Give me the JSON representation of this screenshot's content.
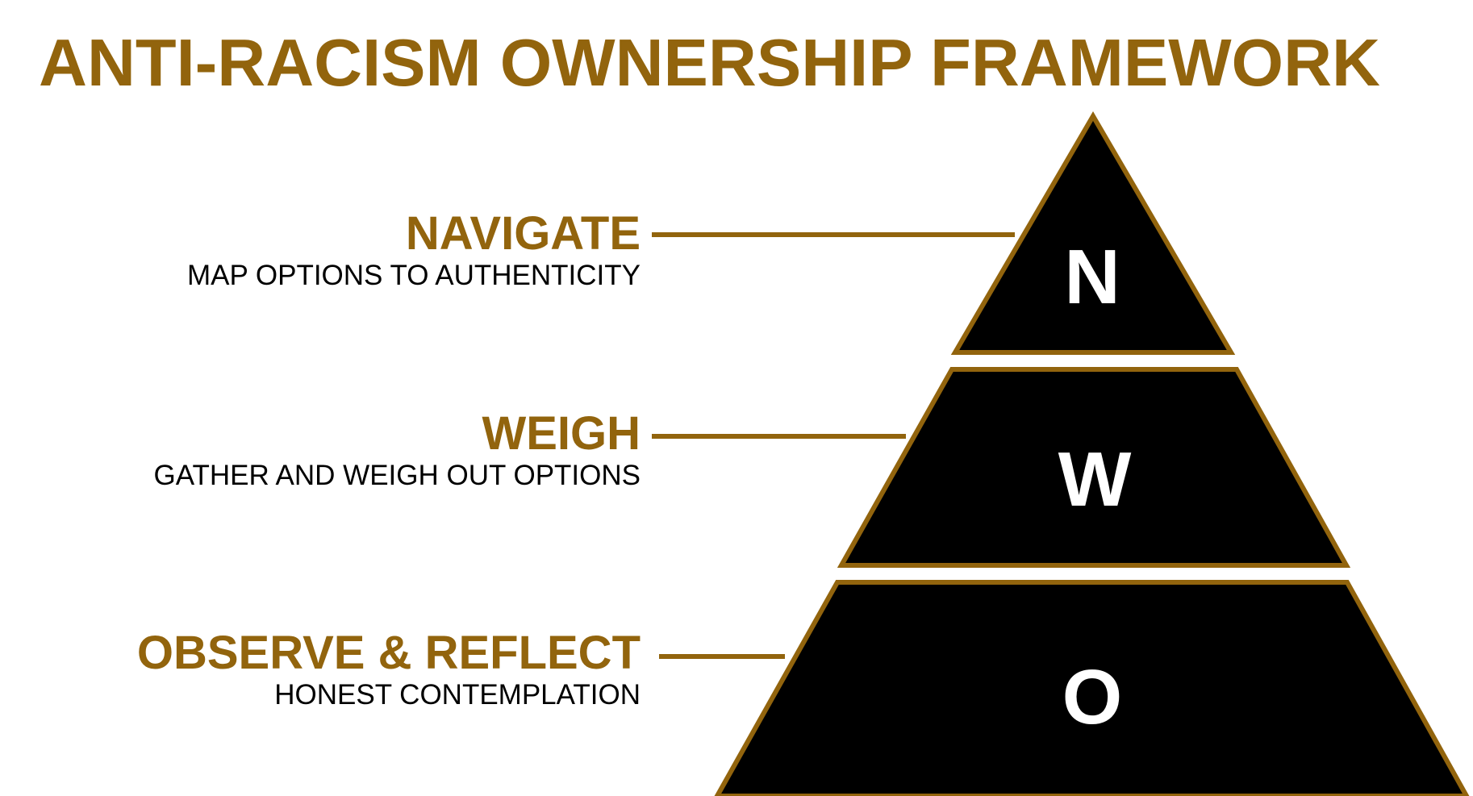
{
  "title": "ANTI-RACISM OWNERSHIP FRAMEWORK",
  "colors": {
    "accent": "#92640d",
    "tier_fill": "#000000",
    "tier_border": "#92640d",
    "letter": "#ffffff",
    "description_text": "#000000"
  },
  "tiers": [
    {
      "letter": "N",
      "heading": "NAVIGATE",
      "description": "MAP OPTIONS TO AUTHENTICITY"
    },
    {
      "letter": "W",
      "heading": "WEIGH",
      "description": "GATHER AND WEIGH OUT OPTIONS"
    },
    {
      "letter": "O",
      "heading": "OBSERVE & REFLECT",
      "description": "HONEST CONTEMPLATION"
    }
  ]
}
